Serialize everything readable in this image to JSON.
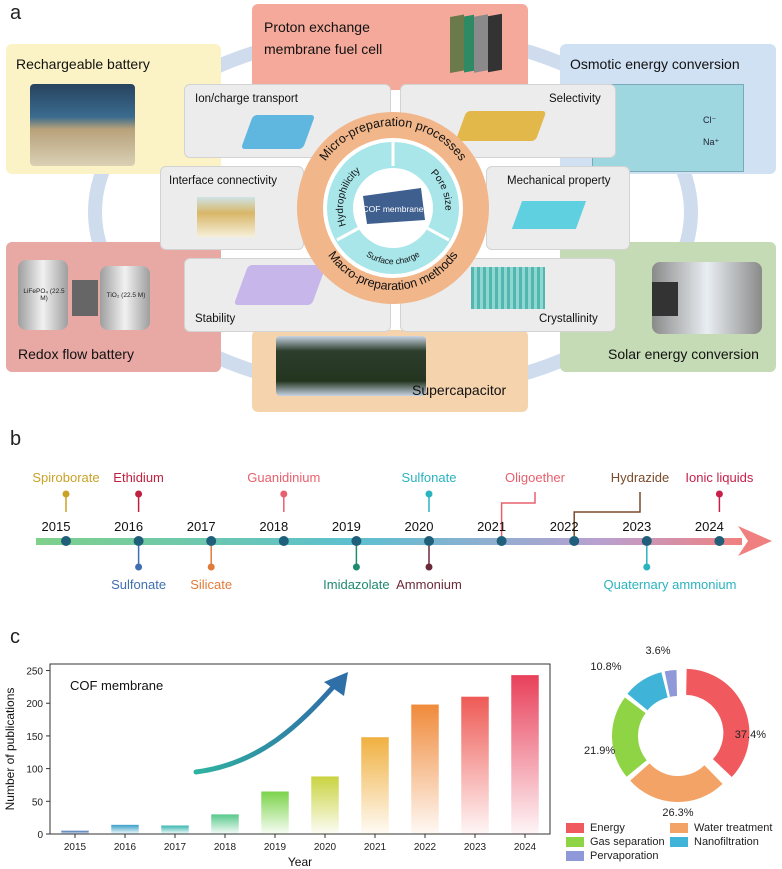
{
  "panel_a": {
    "letter": "a",
    "outer_cards": [
      {
        "label": "Rechargeable battery"
      },
      {
        "label": "Proton exchange membrane fuel cell"
      },
      {
        "label": "Osmotic energy conversion"
      },
      {
        "label": "Redox flow battery"
      },
      {
        "label": "Supercapacitor"
      },
      {
        "label": "Solar energy conversion"
      }
    ],
    "inner_cards": [
      {
        "label": "Ion/charge transport"
      },
      {
        "label": "Selectivity"
      },
      {
        "label": "Interface connectivity"
      },
      {
        "label": "Mechanical property"
      },
      {
        "label": "Stability"
      },
      {
        "label": "Crystallinity"
      }
    ],
    "ring": {
      "top_arc": "Micro-preparation processes",
      "bottom_arc": "Macro-preparation methods",
      "inner_left": "Hydrophilicity",
      "inner_right": "Pore size",
      "inner_bottom": "Surface charge",
      "center": "COF membrane"
    },
    "battery_labels": {
      "left": "LiFePO₄ (22.5 M)",
      "right": "TiO₂ (22.5 M)"
    },
    "osmotic_labels": {
      "cl": "Cl⁻",
      "na": "Na⁺"
    }
  },
  "panel_b": {
    "letter": "b",
    "years": [
      "2015",
      "2016",
      "2017",
      "2018",
      "2019",
      "2020",
      "2021",
      "2022",
      "2023",
      "2024"
    ],
    "top_labels": [
      {
        "text": "Spiroborate",
        "color": "#c9a227"
      },
      {
        "text": "Ethidium",
        "color": "#c0203f"
      },
      {
        "text": "Guanidinium",
        "color": "#e8606e"
      },
      {
        "text": "Sulfonate",
        "color": "#2bb3bf"
      },
      {
        "text": "Oligoether",
        "color": "#e8606e"
      },
      {
        "text": "Hydrazide",
        "color": "#7a4a2b"
      },
      {
        "text": "Ionic liquids",
        "color": "#c8204b"
      }
    ],
    "bottom_labels": [
      {
        "text": "Sulfonate",
        "color": "#3f6fb0"
      },
      {
        "text": "Silicate",
        "color": "#e07b39"
      },
      {
        "text": "Imidazolate",
        "color": "#1f8a6e"
      },
      {
        "text": "Ammonium",
        "color": "#6b2a3a"
      },
      {
        "text": "Quaternary ammonium",
        "color": "#2bb3bf"
      }
    ]
  },
  "panel_c": {
    "letter": "c"
  },
  "chart_data": [
    {
      "type": "bar",
      "title": "COF membrane",
      "xlabel": "Year",
      "ylabel": "Number of publications",
      "categories": [
        "2015",
        "2016",
        "2017",
        "2018",
        "2019",
        "2020",
        "2021",
        "2022",
        "2023",
        "2024"
      ],
      "values": [
        5,
        14,
        13,
        30,
        65,
        88,
        148,
        198,
        210,
        243
      ],
      "ylim": [
        0,
        260
      ],
      "yticks": [
        "0",
        "50",
        "100",
        "150",
        "200",
        "250"
      ],
      "colors": [
        "#3f6fb0",
        "#3aa0c8",
        "#3ab6b0",
        "#57c98a",
        "#7bd34a",
        "#c9d340",
        "#f0b040",
        "#f08a3a",
        "#ee5a55",
        "#e8405a"
      ],
      "trend_arrow": true,
      "grid": false
    },
    {
      "type": "pie",
      "donut": true,
      "labels": [
        "Energy",
        "Water treatment",
        "Gas separation",
        "Nanofiltration",
        "Pervaporation"
      ],
      "values": [
        37.4,
        26.3,
        21.9,
        10.8,
        3.6
      ],
      "value_labels": [
        "37.4%",
        "26.3%",
        "21.9%",
        "10.8%",
        "3.6%"
      ],
      "colors": [
        "#f05a5e",
        "#f3a366",
        "#8fd444",
        "#3fb3d8",
        "#8f98d8"
      ],
      "legend_placement": "bottom"
    }
  ]
}
